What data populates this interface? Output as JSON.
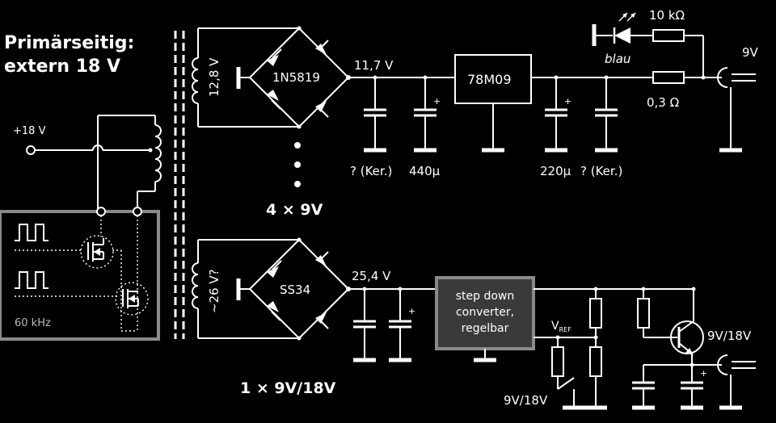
{
  "primary": {
    "heading_line1": "Primärseitig:",
    "heading_line2": "extern 18 V",
    "input_label": "+18 V",
    "frequency": "60 kHz"
  },
  "upper": {
    "secondary_voltage": "12,8 V",
    "rectifier": "1N5819",
    "rectified_voltage": "11,7 V",
    "regulator": "78M09",
    "cap1_label": "? (Ker.)",
    "cap2_label": "440µ",
    "cap3_label": "220µ",
    "cap4_label": "? (Ker.)",
    "led_resistor": "10 kΩ",
    "led_color": "blau",
    "series_resistor": "0,3 Ω",
    "output_label": "9V",
    "count_label": "4 × 9V"
  },
  "lower": {
    "secondary_voltage": "~26 V?",
    "rectifier": "SS34",
    "rectified_voltage": "25,4 V",
    "converter_line1": "step down",
    "converter_line2": "converter,",
    "converter_line3": "regelbar",
    "vref_main": "V",
    "vref_sub": "REF",
    "switch_label": "9V/18V",
    "output_label": "9V/18V",
    "count_label": "1 × 9V/18V"
  },
  "colors": {
    "background": "#000000",
    "wire": "#ffffff",
    "primary_box": "#8a8a8a",
    "converter_box": "#3a3a3a"
  }
}
